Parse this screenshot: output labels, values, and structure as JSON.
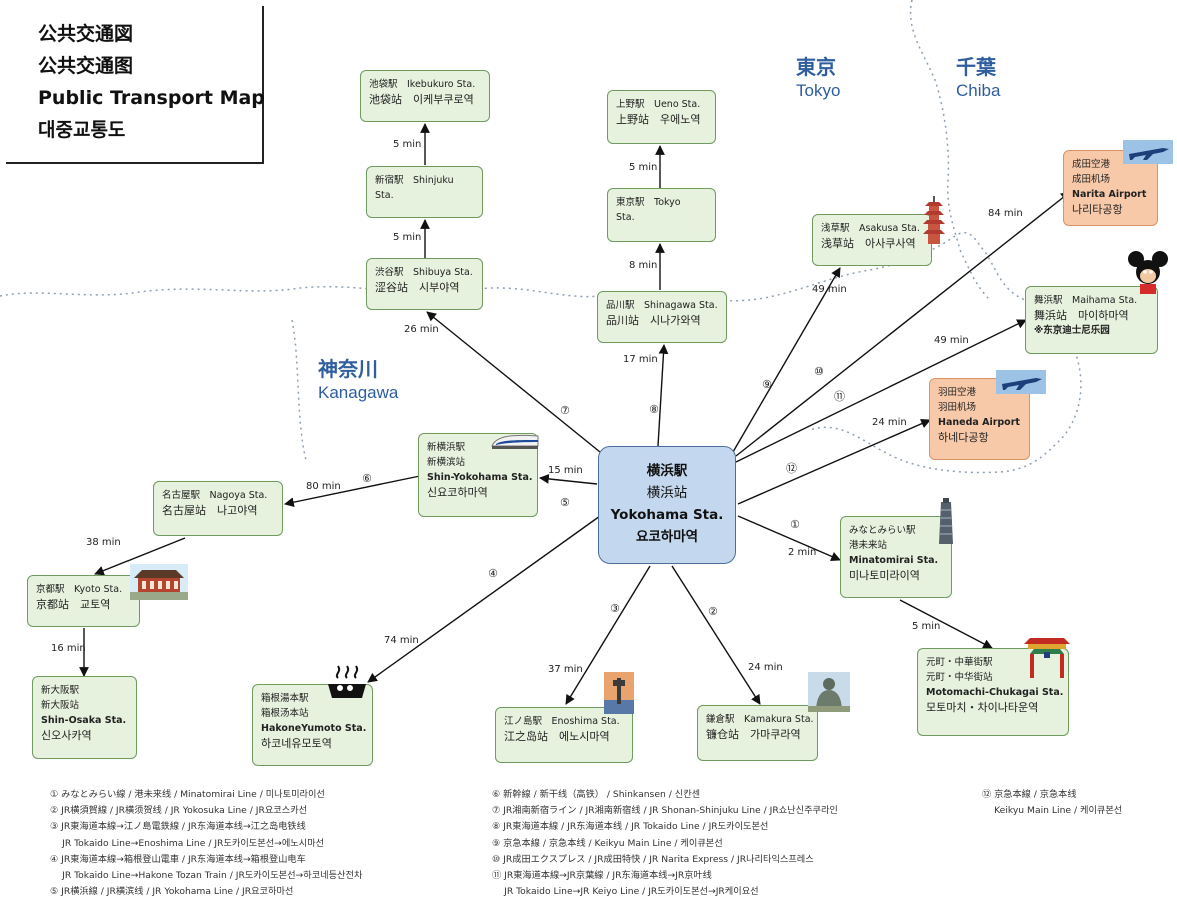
{
  "title": {
    "line1": "公共交通図",
    "line2": "公共交通图",
    "line3": "Public Transport Map",
    "line4": "대중교통도"
  },
  "regions": {
    "tokyo": {
      "jp": "東京",
      "en": "Tokyo"
    },
    "chiba": {
      "jp": "千葉",
      "en": "Chiba"
    },
    "kanagawa": {
      "jp": "神奈川",
      "en": "Kanagawa"
    }
  },
  "hub": {
    "jp": "横浜駅",
    "cn": "横浜站",
    "en": "Yokohama Sta.",
    "ko": "요코하마역"
  },
  "stations": {
    "ikebukuro": {
      "l1": "池袋駅　Ikebukuro Sta.",
      "l2": "池袋站　이케부쿠로역"
    },
    "shinjuku": {
      "l1": "新宿駅　Shinjuku",
      "l2": "Sta."
    },
    "shibuya": {
      "l1": "渋谷駅　Shibuya Sta.",
      "l2": "涩谷站　시부야역"
    },
    "ueno": {
      "l1": "上野駅　Ueno Sta.",
      "l2": "上野站　우에노역"
    },
    "tokyo": {
      "l1": "東京駅　Tokyo",
      "l2": "Sta."
    },
    "shinagawa": {
      "l1": "品川駅　Shinagawa Sta.",
      "l2": "品川站　시나가와역"
    },
    "asakusa": {
      "l1": "浅草駅　Asakusa Sta.",
      "l2": "浅草站　아사쿠사역"
    },
    "narita": {
      "l1": "成田空港",
      "l2": "成田机场",
      "l3": "Narita Airport",
      "l4": "나리타공항"
    },
    "maihama": {
      "l1": "舞浜駅　Maihama Sta.",
      "l2": "舞浜站　마이하마역",
      "l3": "※东京迪士尼乐园"
    },
    "haneda": {
      "l1": "羽田空港",
      "l2": "羽田机场",
      "l3": "Haneda Airport",
      "l4": "하네다공항"
    },
    "minatomirai": {
      "l1": "みなとみらい駅",
      "l2": "港未来站",
      "l3": "Minatomirai Sta.",
      "l4": "미나토미라이역"
    },
    "motomachi": {
      "l1": "元町・中華街駅",
      "l2": "元町・中华街站",
      "l3": "Motomachi-Chukagai Sta.",
      "l4": "모토마치・차이나타운역"
    },
    "kamakura": {
      "l1": "鎌倉駅　Kamakura Sta.",
      "l2": "镰仓站　가마쿠라역"
    },
    "enoshima": {
      "l1": "江ノ島駅　Enoshima Sta.",
      "l2": "江之岛站　에노시마역"
    },
    "hakone": {
      "l1": "箱根湯本駅",
      "l2": "箱根汤本站",
      "l3": "HakoneYumoto Sta.",
      "l4": "하코네유모토역"
    },
    "shinyokohama": {
      "l1": "新横浜駅",
      "l2": "新横滨站",
      "l3": "Shin-Yokohama Sta.",
      "l4": "신요코하마역"
    },
    "nagoya": {
      "l1": "名古屋駅　Nagoya Sta.",
      "l2": "名古屋站　나고야역"
    },
    "kyoto": {
      "l1": "京都駅　Kyoto Sta.",
      "l2": "京都站　교토역"
    },
    "shinosaka": {
      "l1": "新大阪駅",
      "l2": "新大阪站",
      "l3": "Shin-Osaka Sta.",
      "l4": "신오사카역"
    }
  },
  "times": {
    "ikebukuro_shinjuku": "5 min",
    "shinjuku_shibuya": "5 min",
    "shibuya_hub": "26 min",
    "ueno_tokyo": "5 min",
    "tokyo_shinagawa": "8 min",
    "shinagawa_hub": "17 min",
    "asakusa": "49 min",
    "narita": "84 min",
    "maihama": "49 min",
    "haneda": "24 min",
    "minatomirai": "2 min",
    "motomachi": "5 min",
    "kamakura": "24 min",
    "enoshima": "37 min",
    "hakone": "74 min",
    "shinyokohama": "15 min",
    "nagoya": "80 min",
    "kyoto": "38 min",
    "shinosaka": "16 min"
  },
  "route_numbers": {
    "r1": "①",
    "r2": "②",
    "r3": "③",
    "r4": "④",
    "r5": "⑤",
    "r6": "⑥",
    "r7": "⑦",
    "r8": "⑧",
    "r9": "⑨",
    "r10": "⑩",
    "r11": "⑪",
    "r12": "⑫"
  },
  "legend": {
    "left": [
      "① みなとみらい線 / 港未来线 / Minatomirai Line / 미나토미라이선",
      "② JR横須賀線 / JR横须贺线 / JR Yokosuka Line / JR요코스카선",
      "③ JR東海道本線→江ノ島電鉄線 / JR东海道本线→江之岛电铁线",
      "　 JR Tokaido Line→Enoshima Line / JR도카이도본선→에노시마선",
      "④ JR東海道本線→箱根登山電車 / JR东海道本线→箱根登山电车",
      "　 JR Tokaido Line→Hakone Tozan Train / JR도카이도본선→하코네등산전차",
      "⑤ JR横浜線 / JR横滨线 / JR Yokohama Line / JR요코하마선"
    ],
    "middle": [
      "⑥ 新幹線 / 新干线（高铁） / Shinkansen / 신칸센",
      "⑦ JR湘南新宿ライン / JR湘南新宿线 / JR Shonan-Shinjuku Line / JR쇼난신주쿠라인",
      "⑧ JR東海道本線 / JR东海道本线 / JR Tokaido Line / JR도카이도본선",
      "⑨ 京急本線 / 京急本线 / Keikyu Main Line / 케이큐본선",
      "⑩ JR成田エクスプレス / JR成田特快 / JR Narita Express / JR나리타익스프레스",
      "⑪ JR東海道本線→JR京葉線 / JR东海道本线→JR京叶线",
      "　 JR Tokaido Line→JR Keiyo Line / JR도카이도본선→JR케이요선"
    ],
    "right": [
      "⑫ 京急本線 / 京急本线",
      "　 Keikyu Main Line / 케이큐본선"
    ]
  }
}
